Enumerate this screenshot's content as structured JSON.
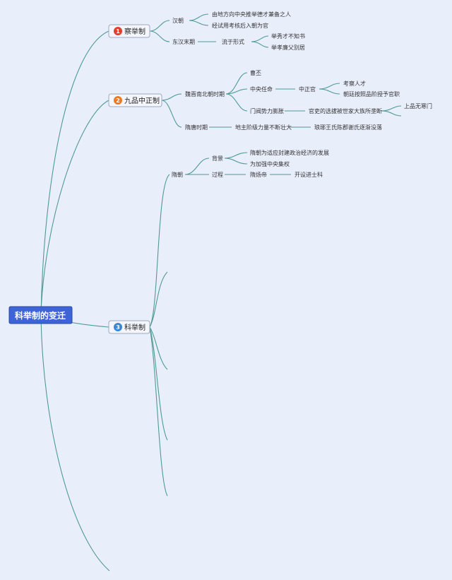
{
  "root": {
    "label": "科举制的变迁"
  },
  "topics": [
    {
      "badge": "1",
      "badge_color": "#e53d2f",
      "label": "察举制"
    },
    {
      "badge": "2",
      "badge_color": "#f07a22",
      "label": "九品中正制"
    },
    {
      "badge": "3",
      "badge_color": "#3a86d8",
      "label": "科举制"
    }
  ],
  "nodes": {
    "han": "汉朝",
    "han_a": "由地方向中央推举德才兼备之人",
    "han_b": "经试用考核后入朝为官",
    "dh": "东汉末期",
    "dh_form": "流于形式",
    "dh_a": "举秀才不知书",
    "dh_b": "举孝廉父别居",
    "wj": "魏晋南北朝时期",
    "cao": "曹丕",
    "zy": "中央任命",
    "zzg": "中正官",
    "zzg_a": "考察人才",
    "zzg_b": "朝廷按照品阶授予官职",
    "mf": "门阀势力膨胀",
    "mf_a": "官吏的选拔被世家大族所垄断",
    "mf_b": "上品无寒门",
    "sui_era": "隋唐时期",
    "sui_era_a": "地主阶级力量不断壮大",
    "sui_era_b": "琅琊王氏陈郡谢氏逐渐没落",
    "sui": "隋朝",
    "bg": "背景",
    "bg_a": "隋朝为适应封建政治经济的发展",
    "bg_b": "为加强中央集权",
    "gc": "过程",
    "gc_a": "隋炀帝",
    "gc_b": "开设进士科"
  },
  "colors": {
    "background": "#e9eefb",
    "connector": "#4f9a92",
    "root_fill": "#3d63d6"
  }
}
